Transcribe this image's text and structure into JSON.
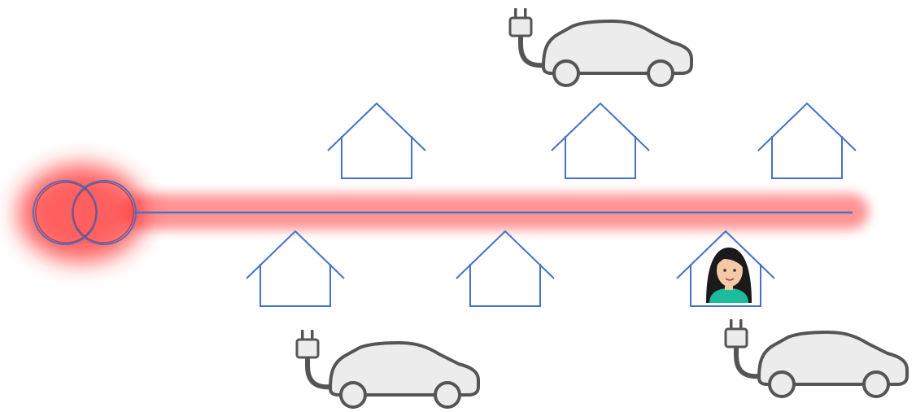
{
  "scene": {
    "background": "#ffffff",
    "line_color": "#4472c4",
    "glow_color": "#ff3b3b",
    "car_fill": "#ececec",
    "car_stroke": "#555555",
    "person_shirt": "#1abc9c",
    "person_hair": "#1a1a1a",
    "person_skin": "#f5c9a8"
  },
  "transformer": {
    "icon": "transformer-icon",
    "overloaded": true
  },
  "grid_line": {
    "icon": "power-line",
    "overloaded": true
  },
  "houses": [
    {
      "row": "top",
      "index": 1,
      "icon": "house-icon",
      "occupied": false
    },
    {
      "row": "top",
      "index": 2,
      "icon": "house-icon",
      "occupied": false
    },
    {
      "row": "top",
      "index": 3,
      "icon": "house-icon",
      "occupied": false
    },
    {
      "row": "bottom",
      "index": 1,
      "icon": "house-icon",
      "occupied": false
    },
    {
      "row": "bottom",
      "index": 2,
      "icon": "house-icon",
      "occupied": false
    },
    {
      "row": "bottom",
      "index": 3,
      "icon": "house-icon",
      "occupied": true,
      "resident": "person-icon"
    }
  ],
  "electric_vehicles": [
    {
      "location": "top",
      "icon": "ev-car-icon",
      "plugged_in": true
    },
    {
      "location": "bottom-left",
      "icon": "ev-car-icon",
      "plugged_in": true
    },
    {
      "location": "bottom-right",
      "icon": "ev-car-icon",
      "plugged_in": true
    }
  ]
}
